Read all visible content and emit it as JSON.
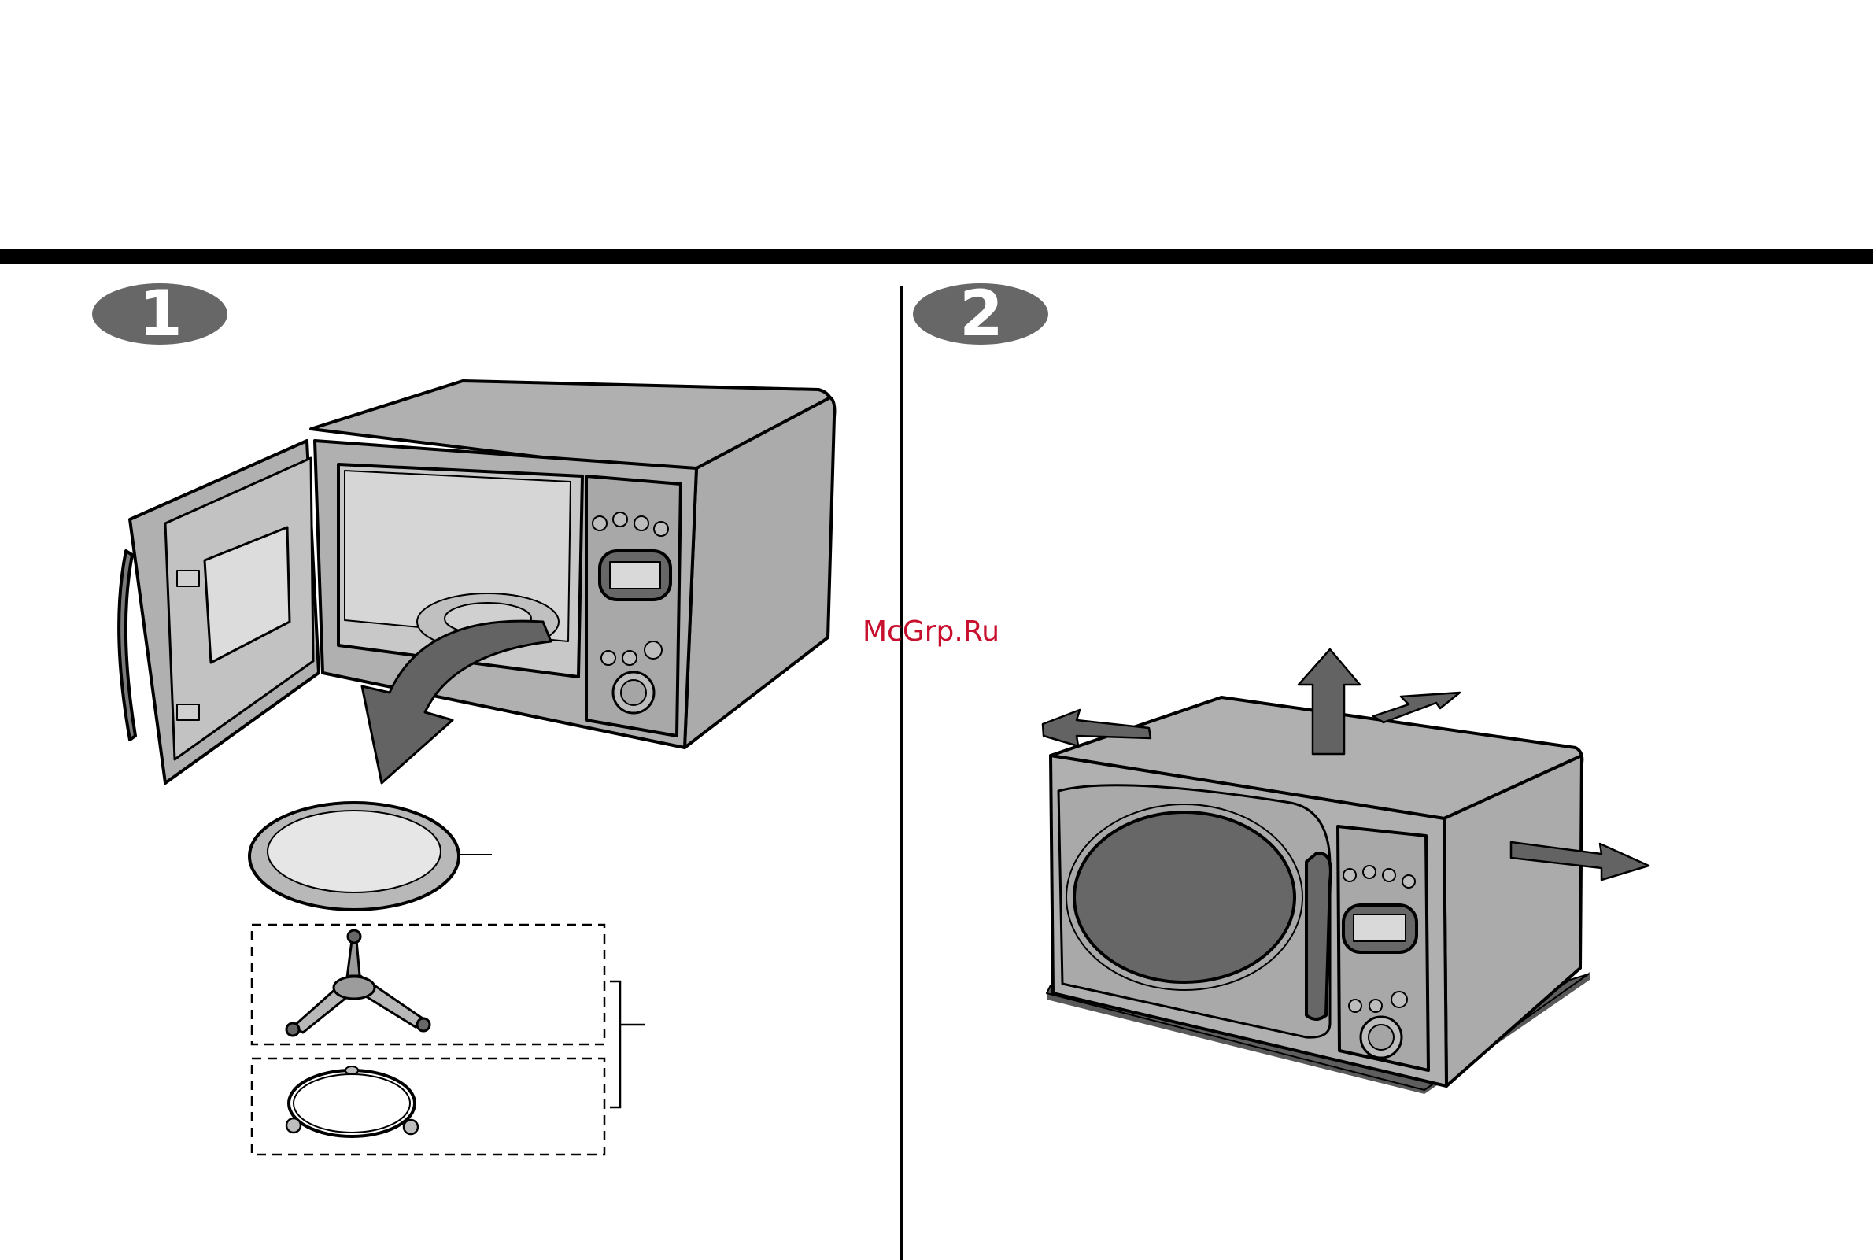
{
  "steps": [
    {
      "number": "1"
    },
    {
      "number": "2"
    }
  ],
  "watermark": "McGrp.Ru",
  "colors": {
    "rule": "#000000",
    "appliance_body": "#b0b0b0",
    "appliance_dark": "#676767",
    "arrow": "#636363",
    "watermark": "#c8102e"
  },
  "icons": {
    "step1": "microwave-open-door-illustration",
    "step2": "microwave-clearance-illustration"
  }
}
